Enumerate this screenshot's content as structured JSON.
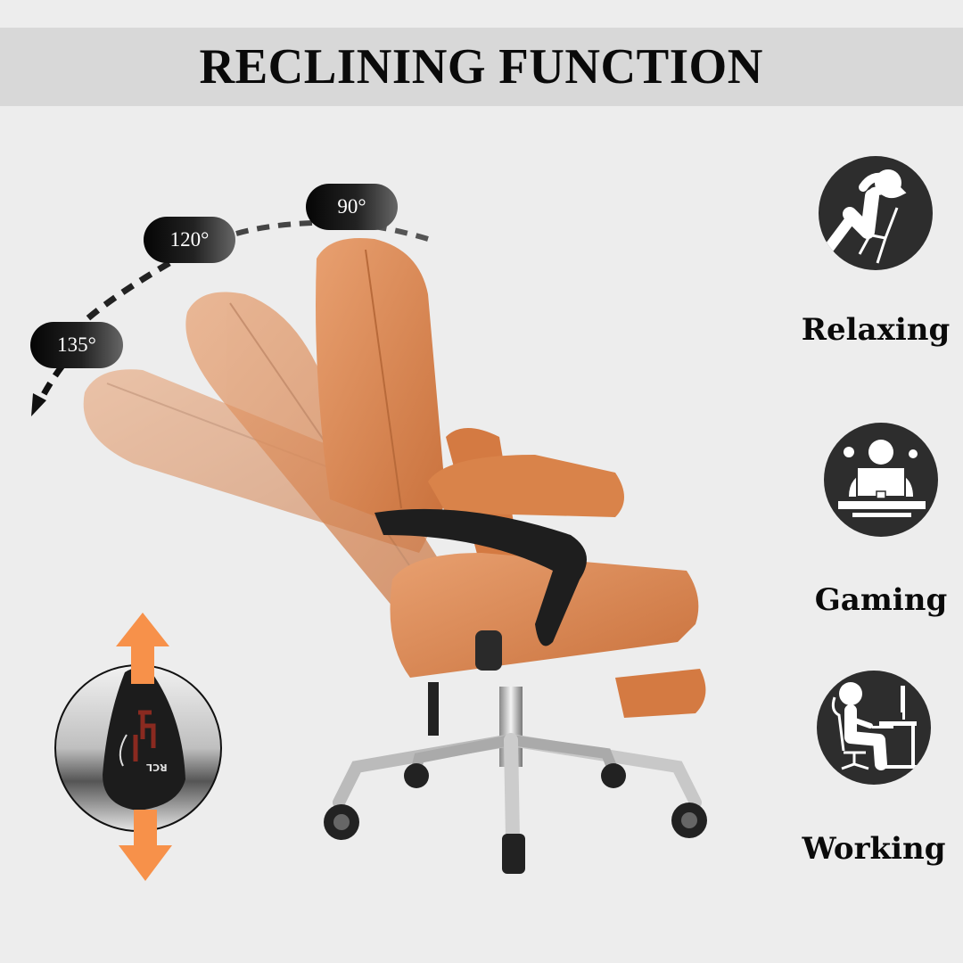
{
  "header": {
    "title": "RECLINING FUNCTION"
  },
  "recline_angles": [
    {
      "label": "90°"
    },
    {
      "label": "120°"
    },
    {
      "label": "135°"
    }
  ],
  "use_cases": [
    {
      "label": "Relaxing",
      "icon": "relaxing-person-icon"
    },
    {
      "label": "Gaming",
      "icon": "gaming-desk-icon"
    },
    {
      "label": "Working",
      "icon": "working-desk-icon"
    }
  ],
  "lever_detail": {
    "marking": "RCL",
    "icon": "recline-lever-icon"
  },
  "colors": {
    "background": "#ededed",
    "title_band": "#d8d8d8",
    "chair_leather": "#d9834a",
    "arrow_orange": "#f7914a",
    "icon_circle": "#2d2d2d"
  }
}
